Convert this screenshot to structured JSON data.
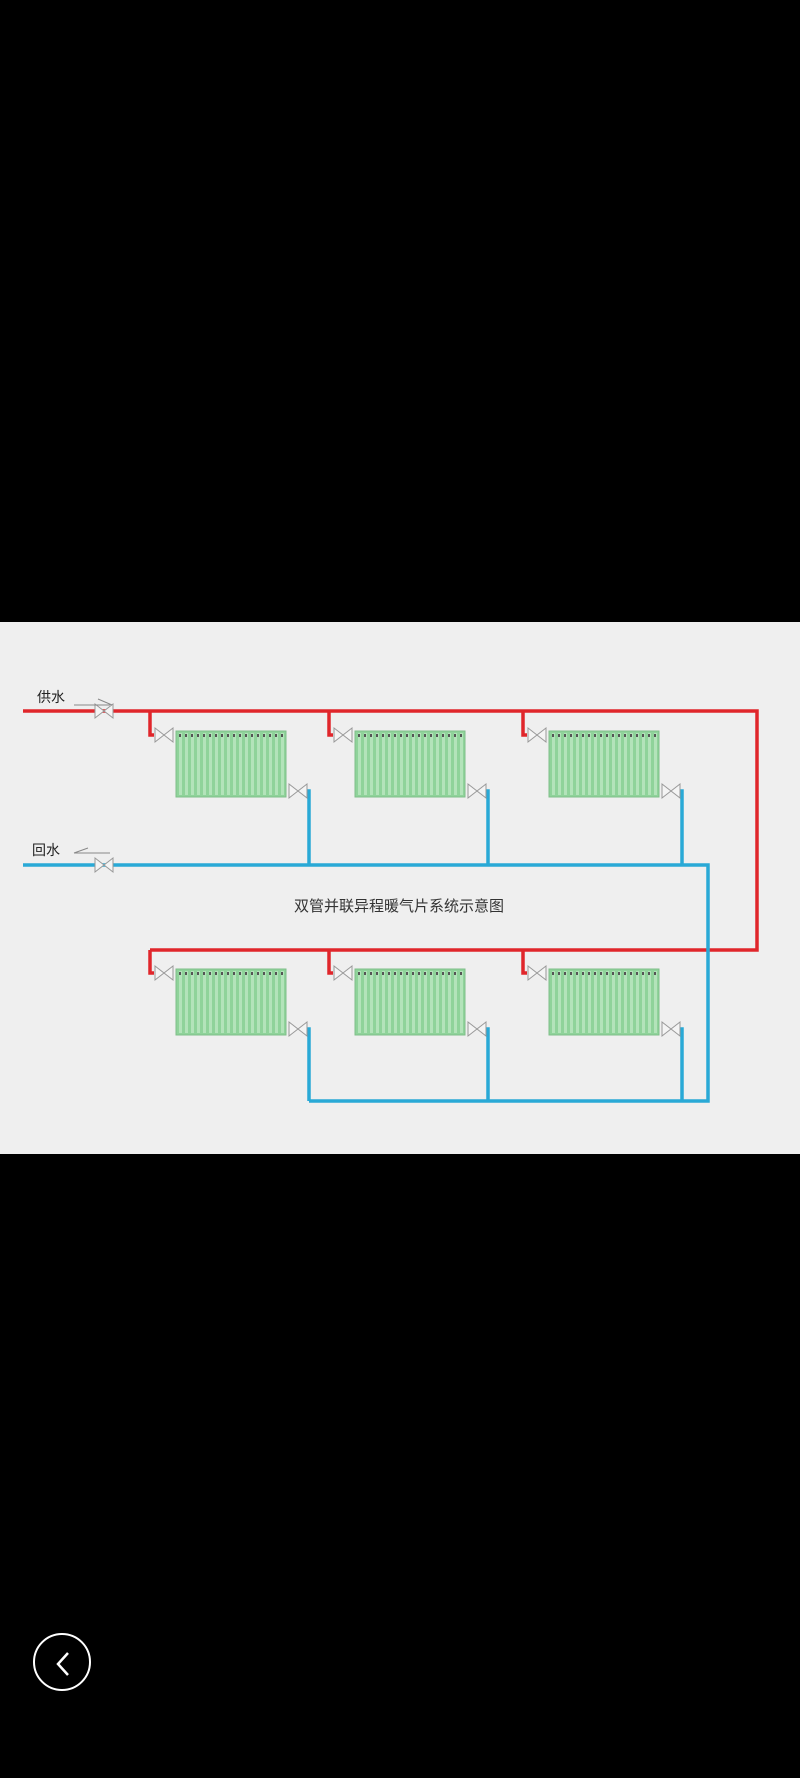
{
  "diagram": {
    "title": "双管并联异程暖气片系统示意图",
    "supply_label": "供水",
    "return_label": "回水",
    "colors": {
      "supply_pipe": "#e0262b",
      "return_pipe": "#29a9d6",
      "radiator": "#8fd39a",
      "background": "#efefef"
    },
    "radiator_rows": 2,
    "radiators_per_row": 3
  },
  "nav": {
    "back_icon": "chevron-left-icon"
  }
}
